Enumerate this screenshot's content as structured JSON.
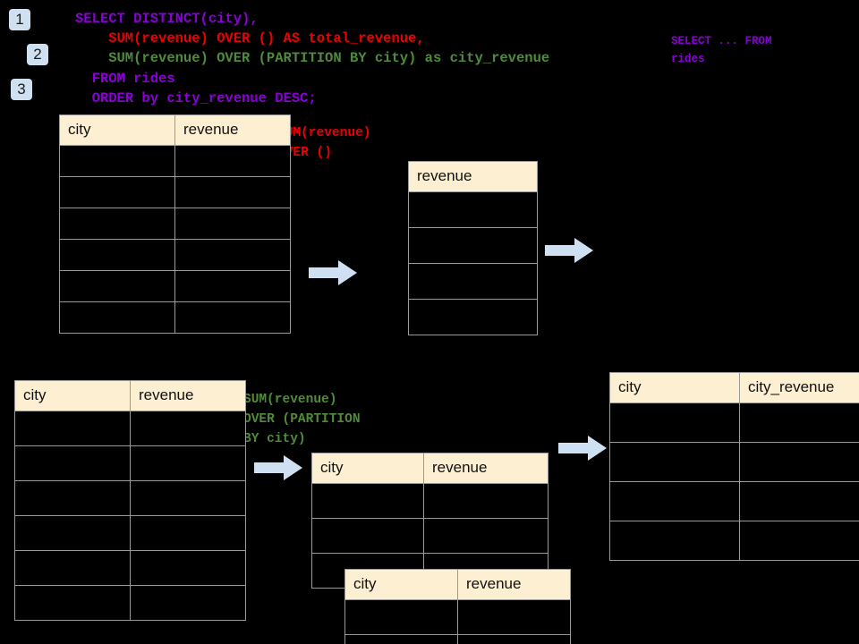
{
  "steps": [
    {
      "label": "1"
    },
    {
      "label": "2"
    },
    {
      "label": "3"
    }
  ],
  "query": {
    "line1": "SELECT DISTINCT(city),",
    "line2": "    SUM(revenue) OVER () AS total_revenue,",
    "line3": "    SUM(revenue) OVER (PARTITION BY city) as city_revenue",
    "line4": "  FROM rides",
    "line5": "  ORDER by city_revenue DESC;"
  },
  "side_note": {
    "line1": "SELECT ... FROM",
    "line2": "rides"
  },
  "annotations": {
    "total_revenue": {
      "line1": "SUM(revenue)",
      "line2": "OVER ()"
    },
    "city_revenue": {
      "line1": "SUM(revenue)",
      "line2": "OVER (PARTITION",
      "line3": "BY city)"
    }
  },
  "tables": {
    "rides_top": {
      "headers": [
        "city",
        "revenue"
      ],
      "body_rows": 6
    },
    "total_revenue": {
      "headers": [
        "revenue"
      ],
      "body_rows": 4
    },
    "rides_bottom": {
      "headers": [
        "city",
        "revenue"
      ],
      "body_rows": 6
    },
    "partition_a": {
      "headers": [
        "city",
        "revenue"
      ],
      "body_rows": 3
    },
    "partition_b": {
      "headers": [
        "city",
        "revenue"
      ],
      "body_rows": 2
    },
    "result": {
      "headers": [
        "city",
        "city_revenue"
      ],
      "body_rows": 4
    }
  },
  "colors": {
    "background": "#000000",
    "header_fill": "#FCEFD2",
    "grid_line": "#9a9a9a",
    "badge_fill": "#CFE0F1",
    "arrow_fill": "#CFE0F3",
    "sql_purple": "#8B00D7",
    "sql_red": "#EE0000",
    "sql_green": "#4F8B3B"
  },
  "arrows": [
    {
      "name": "arrow-rides-to-total"
    },
    {
      "name": "arrow-total-to-result"
    },
    {
      "name": "arrow-rides-to-partition"
    },
    {
      "name": "arrow-partition-to-result"
    }
  ]
}
